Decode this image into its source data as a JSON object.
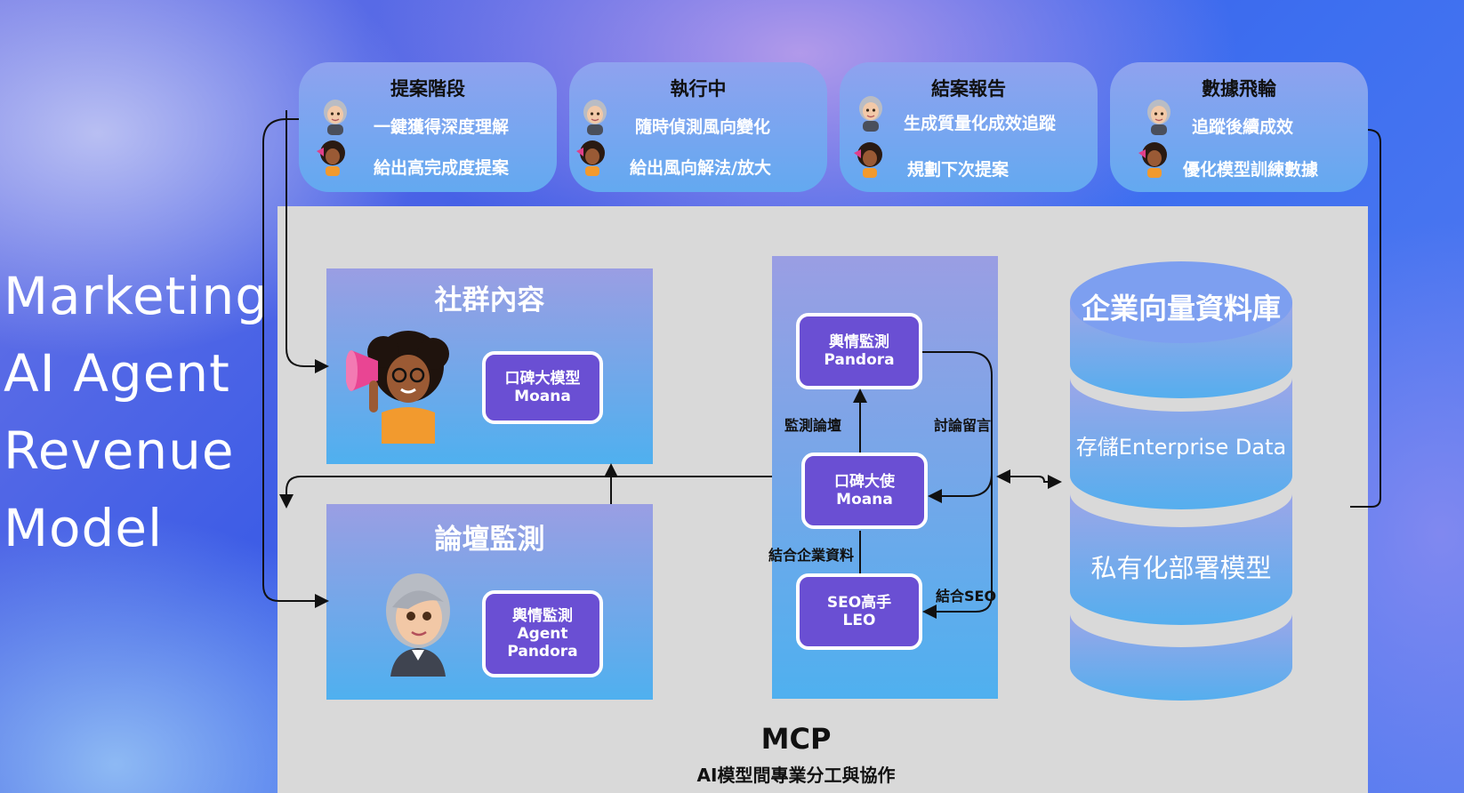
{
  "title_lines": [
    "Marketing",
    "AI Agent",
    "Revenue",
    "Model"
  ],
  "stages": [
    {
      "title": "提案階段",
      "line1": "一鍵獲得深度理解",
      "line2": "給出高完成度提案"
    },
    {
      "title": "執行中",
      "line1": "隨時偵測風向變化",
      "line2": "給出風向解法/放大"
    },
    {
      "title": "結案報告",
      "line1": "生成質量化成效追蹤",
      "line2": "規劃下次提案"
    },
    {
      "title": "數據飛輪",
      "line1": "追蹤後續成效",
      "line2": "優化模型訓練數據"
    }
  ],
  "social": {
    "title": "社群內容",
    "agent_line1": "口碑大模型",
    "agent_line2": "Moana"
  },
  "forum": {
    "title": "論壇監測",
    "agent_line1": "輿情監測",
    "agent_line2": "Agent",
    "agent_line3": "Pandora"
  },
  "mcp_nodes": {
    "pandora": {
      "line1": "輿情監測",
      "line2": "Pandora"
    },
    "moana": {
      "line1": "口碑大使",
      "line2": "Moana"
    },
    "leo": {
      "line1": "SEO高手",
      "line2": "LEO"
    }
  },
  "edge_labels": {
    "monitor_forum": "監測論壇",
    "discuss_comments": "討論留言",
    "combine_enterprise": "結合企業資料",
    "combine_seo": "結合SEO"
  },
  "database": {
    "title": "企業向量資料庫",
    "store": "存儲Enterprise Data",
    "private_model": "私有化部署模型"
  },
  "mcp": {
    "title": "MCP",
    "subtitle": "AI模型間專業分工與協作"
  },
  "colors": {
    "agent_purple": "#6a4fd3",
    "panel_gray": "#d9d9d9"
  }
}
